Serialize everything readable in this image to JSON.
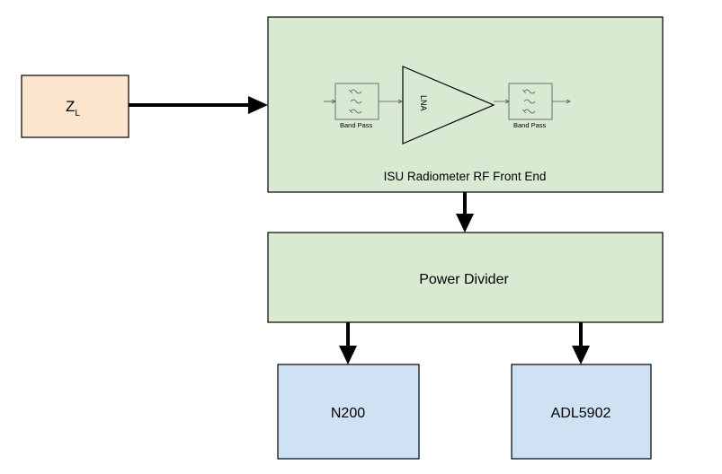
{
  "colors": {
    "load_fill": "#fce5cd",
    "rf_fill": "#d9ead3",
    "device_fill": "#cfe2f3",
    "stroke": "#000000"
  },
  "blocks": {
    "load": {
      "label_main": "Z",
      "label_sub": "L"
    },
    "rf_front_end": {
      "label": "ISU Radiometer RF Front End"
    },
    "power_divider": {
      "label": "Power Divider"
    },
    "n200": {
      "label": "N200"
    },
    "adl5902": {
      "label": "ADL5902"
    }
  },
  "components": {
    "bandpass_in": {
      "label": "Band Pass",
      "icon": "bandpass-filter-icon"
    },
    "lna": {
      "label": "LNA",
      "icon": "amplifier-triangle-icon"
    },
    "bandpass_out": {
      "label": "Band Pass",
      "icon": "bandpass-filter-icon"
    }
  },
  "connections": [
    {
      "from": "Z_L",
      "to": "ISU Radiometer RF Front End"
    },
    {
      "from": "ISU Radiometer RF Front End",
      "to": "Power Divider"
    },
    {
      "from": "Power Divider",
      "to": "N200"
    },
    {
      "from": "Power Divider",
      "to": "ADL5902"
    }
  ]
}
